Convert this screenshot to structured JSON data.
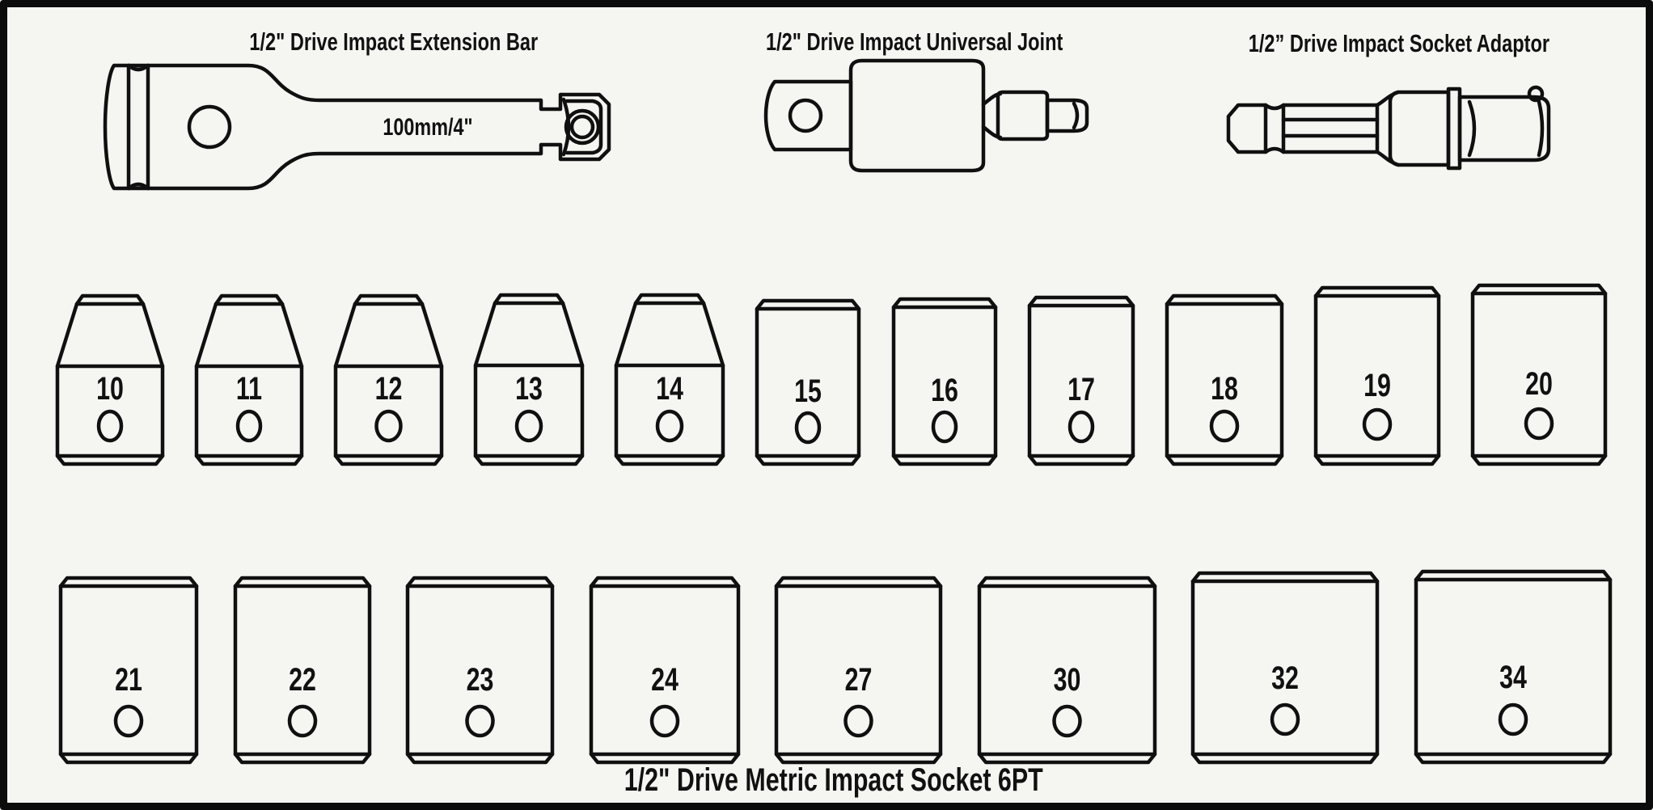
{
  "panel": {
    "background": "#f5f5f2",
    "frame_color": "#0c0c0c",
    "line_color": "#101010"
  },
  "tools": {
    "extension_bar": {
      "label": "1/2\" Drive Impact Extension Bar",
      "shaft_text": "100mm/4\""
    },
    "universal_joint": {
      "label": "1/2\" Drive Impact Universal Joint"
    },
    "socket_adaptor": {
      "label": "1/2” Drive Impact Socket Adaptor"
    }
  },
  "socket_rows": {
    "row1": [
      "10",
      "11",
      "12",
      "13",
      "14",
      "15",
      "16",
      "17",
      "18",
      "19",
      "20"
    ],
    "row2": [
      "21",
      "22",
      "23",
      "24",
      "27",
      "30",
      "32",
      "34"
    ]
  },
  "caption": {
    "text": "1/2\" Drive Metric Impact Socket 6PT"
  }
}
